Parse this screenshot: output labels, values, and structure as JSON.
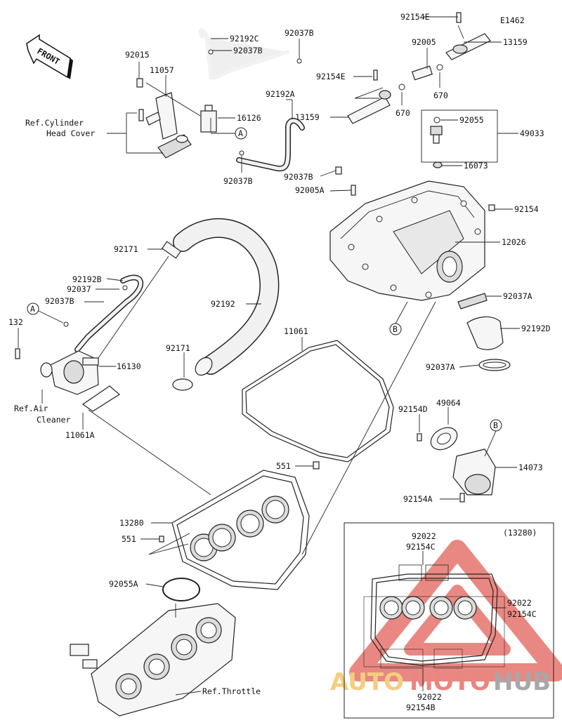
{
  "diagram_code": "E1462",
  "front_label": "FRONT",
  "inset_title": "(13280)",
  "callouts": {
    "A": "A",
    "B": "B"
  },
  "labels": {
    "p92154E_top": "92154E",
    "p13159_top": "13159",
    "p92005": "92005",
    "p670_a": "670",
    "p670_b": "670",
    "p92154E_mid": "92154E",
    "p13159_mid": "13159",
    "p92015": "92015",
    "p11057": "11057",
    "ref_cyl_head_1": "Ref.Cylinder",
    "ref_cyl_head_2": "Head Cover",
    "p92192C": "92192C",
    "p92037B_1": "92037B",
    "p92037B_2": "92037B",
    "p16126": "16126",
    "p92037B_3": "92037B",
    "p92192A": "92192A",
    "p92055": "92055",
    "p49033": "49033",
    "p16073": "16073",
    "p92037B_4": "92037B",
    "p92005A": "92005A",
    "p92154": "92154",
    "p12026": "12026",
    "p92171_a": "92171",
    "p92192B": "92192B",
    "p92037": "92037",
    "p92037B_5": "92037B",
    "p92192": "92192",
    "p92037A_a": "92037A",
    "p92192D": "92192D",
    "p132": "132",
    "p11061": "11061",
    "p92171_b": "92171",
    "p16130": "16130",
    "p92037A_b": "92037A",
    "ref_air_1": "Ref.Air",
    "ref_air_2": "Cleaner",
    "p11061A": "11061A",
    "p92154D": "92154D",
    "p49064": "49064",
    "p551_a": "551",
    "p14073": "14073",
    "p92154A": "92154A",
    "p13280": "13280",
    "p551_b": "551",
    "p92055A": "92055A",
    "ref_throttle": "Ref.Throttle",
    "inset_92022_top": "92022",
    "inset_92154C_top": "92154C",
    "inset_92022_right": "92022",
    "inset_92154C_right": "92154C",
    "inset_92022_bottom": "92022",
    "inset_92154B_bottom": "92154B"
  },
  "watermark": {
    "part1": "AUTO",
    "part2": "MOTO",
    "part3": "HUB",
    "color_auto": "#f2c66b",
    "color_moto": "#e8706a",
    "color_hub": "#9a9a9a",
    "triangle_color": "#e05a52"
  }
}
